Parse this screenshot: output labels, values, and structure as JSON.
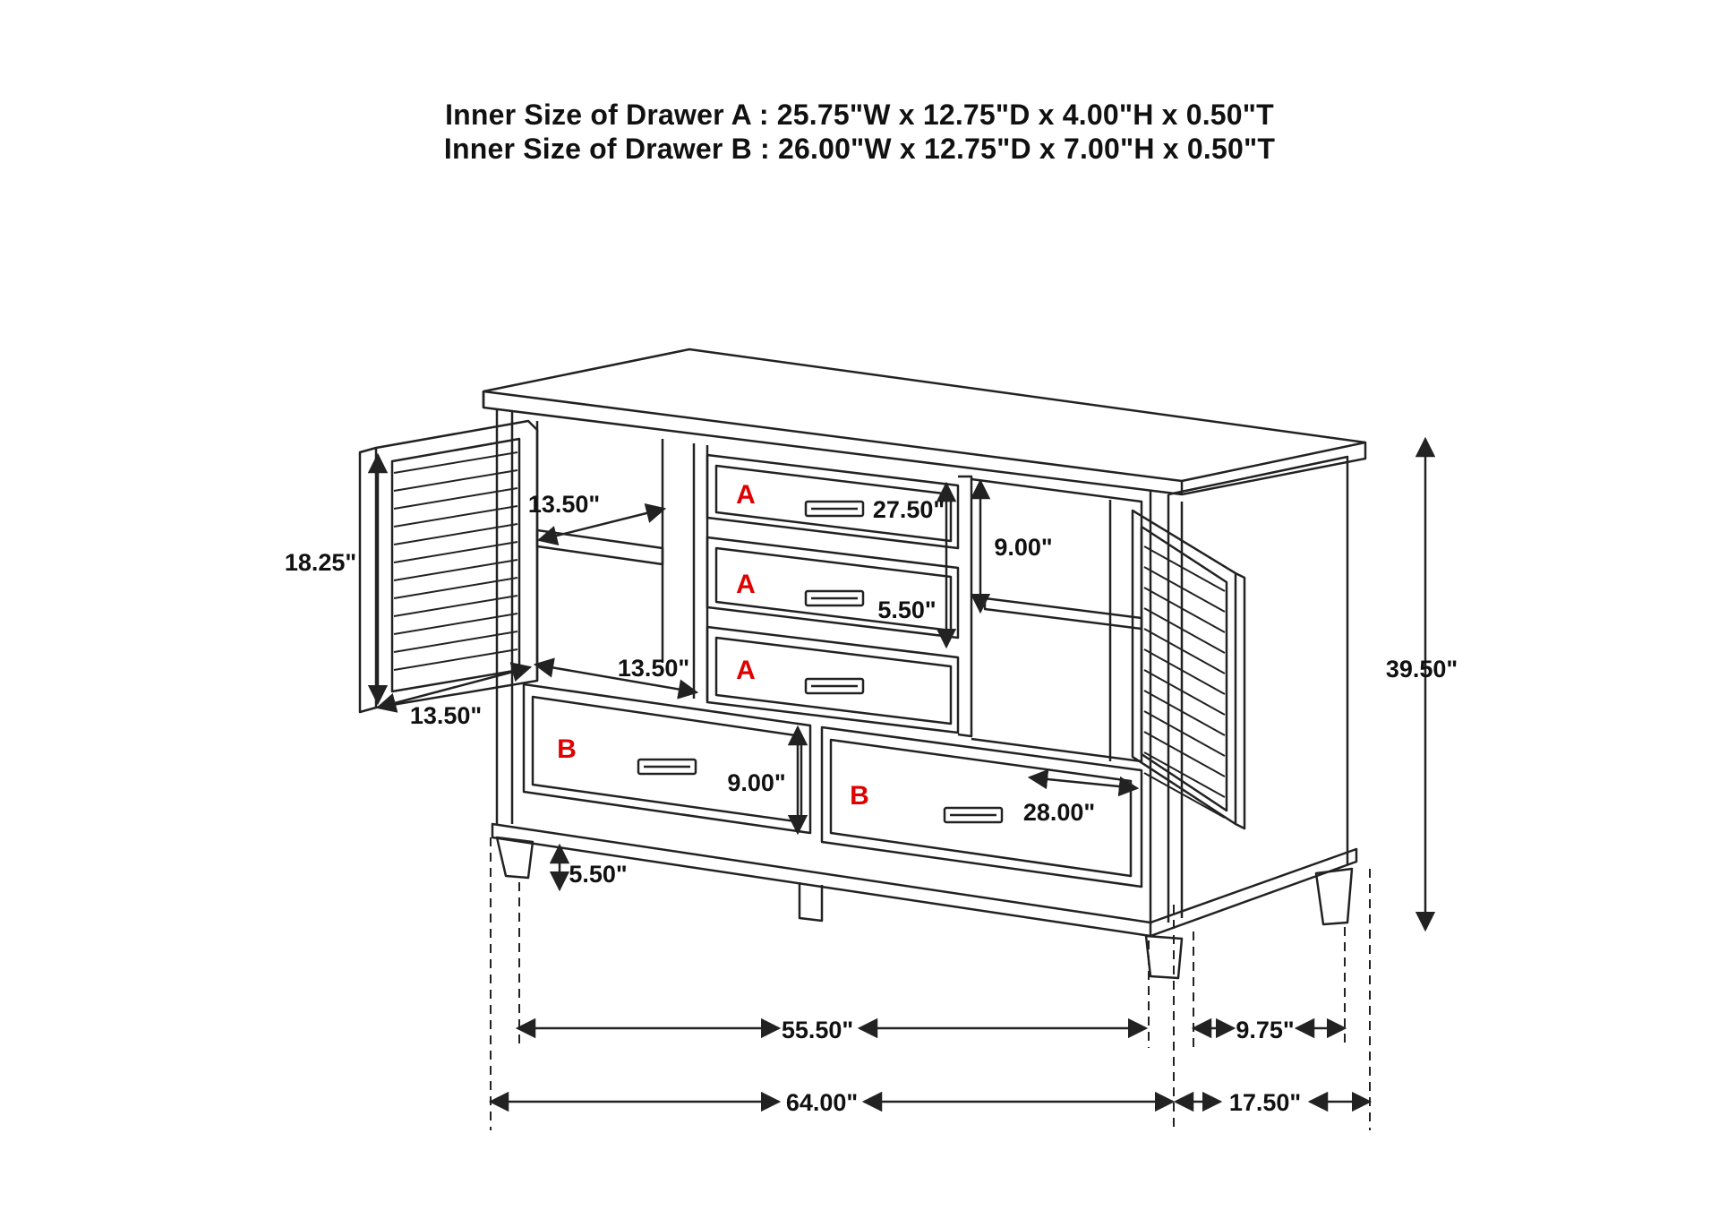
{
  "header": {
    "line_a": "Inner Size of Drawer A : 25.75\"W x 12.75\"D x 4.00\"H x 0.50\"T",
    "line_b": "Inner Size of Drawer B : 26.00\"W x 12.75\"D x 7.00\"H x 0.50\"T"
  },
  "drawer_labels": {
    "a": "A",
    "b": "B"
  },
  "colors": {
    "line": "#222222",
    "label_red": "#e10000",
    "background": "#ffffff"
  },
  "dimensions": {
    "door_height": "18.25\"",
    "door_width": "13.50\"",
    "shelf_depth_upper": "13.50\"",
    "shelf_depth_lower": "13.50\"",
    "drawer_a_width": "27.50\"",
    "drawer_a_height": "5.50\"",
    "right_cabinet_height": "9.00\"",
    "drawer_b_height": "9.00\"",
    "drawer_b_width": "28.00\"",
    "leg_height": "5.50\"",
    "total_height": "39.50\"",
    "inner_width": "55.50\"",
    "total_width": "64.00\"",
    "inner_depth": "9.75\"",
    "total_depth": "17.50\""
  }
}
